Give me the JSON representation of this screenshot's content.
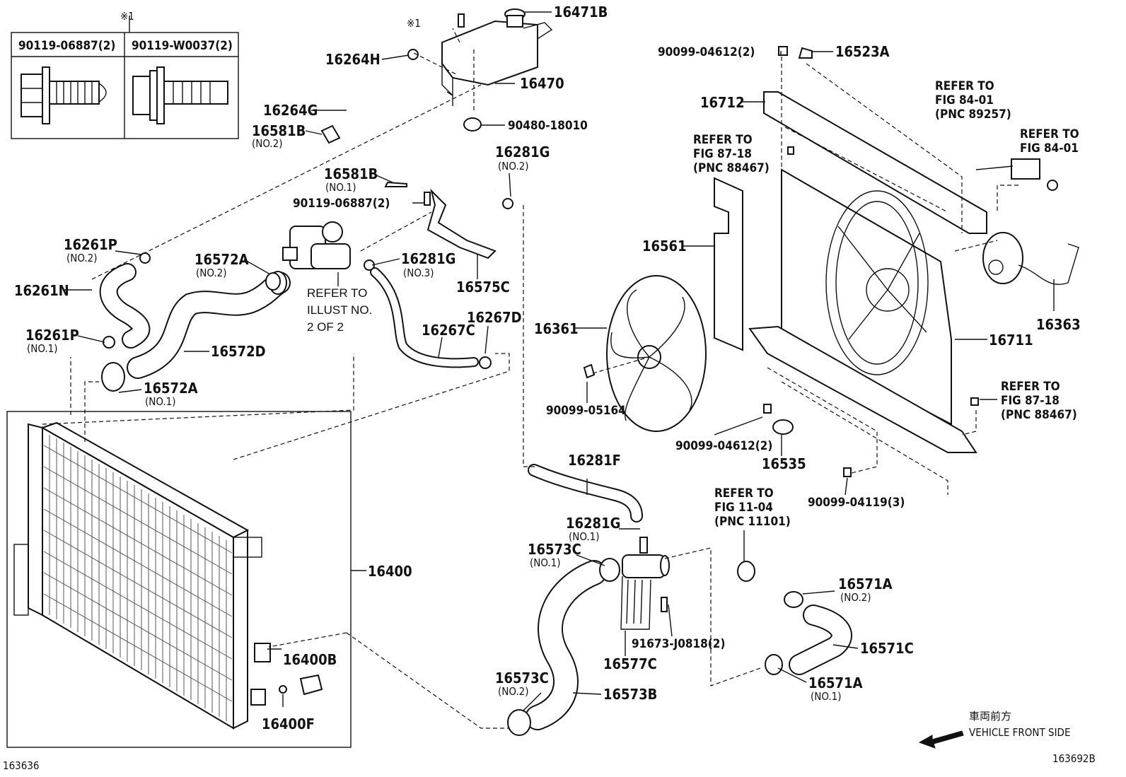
{
  "diagram": {
    "figure_code_left": "163636",
    "figure_code_right": "163692B",
    "note_mark": "※1",
    "note_mark_2": "※1",
    "orientation": {
      "jp": "車両前方",
      "en": "VEHICLE FRONT SIDE"
    },
    "bolt_table": {
      "col1": "90119-06887(2)",
      "col2": "90119-W0037(2)"
    },
    "refer_illust": [
      "REFER TO",
      "ILLUST NO.",
      "2 OF 2"
    ],
    "refer_84_01_a": [
      "REFER TO",
      "FIG 84-01",
      "(PNC 89257)"
    ],
    "refer_84_01_b": [
      "REFER TO",
      "FIG 84-01"
    ],
    "refer_87_18_a": [
      "REFER TO",
      "FIG 87-18",
      "(PNC 88467)"
    ],
    "refer_87_18_b": [
      "REFER TO",
      "FIG 87-18",
      "(PNC 88467)"
    ],
    "refer_11_04": [
      "REFER TO",
      "FIG 11-04",
      "(PNC 11101)"
    ],
    "parts": {
      "p16471B": "16471B",
      "p16470": "16470",
      "p90480": "90480-18010",
      "p16264H": "16264H",
      "p16264G": "16264G",
      "p16581B_2": {
        "num": "16581B",
        "sub": "(NO.2)"
      },
      "p16581B_1": {
        "num": "16581B",
        "sub": "(NO.1)"
      },
      "p16281G_2": {
        "num": "16281G",
        "sub": "(NO.2)"
      },
      "p90119": "90119-06887(2)",
      "p16261P_2": {
        "num": "16261P",
        "sub": "(NO.2)"
      },
      "p16572A_2": {
        "num": "16572A",
        "sub": "(NO.2)"
      },
      "p16281G_3": {
        "num": "16281G",
        "sub": "(NO.3)"
      },
      "p16575C": "16575C",
      "p16261N": "16261N",
      "p16267D": "16267D",
      "p16267C": "16267C",
      "p16261P_1": {
        "num": "16261P",
        "sub": "(NO.1)"
      },
      "p16572D": "16572D",
      "p16572A_1": {
        "num": "16572A",
        "sub": "(NO.1)"
      },
      "p16400": "16400",
      "p16400B": "16400B",
      "p16400F": "16400F",
      "p90099_04612_top": "90099-04612(2)",
      "p16523A": "16523A",
      "p16712": "16712",
      "p16561": "16561",
      "p16361": "16361",
      "p16711": "16711",
      "p16363": "16363",
      "p90099_05164": "90099-05164",
      "p90099_04612_bot": "90099-04612(2)",
      "p16535": "16535",
      "p90099_04119": "90099-04119(3)",
      "p16281F": "16281F",
      "p16281G_1": {
        "num": "16281G",
        "sub": "(NO.1)"
      },
      "p16573C_1": {
        "num": "16573C",
        "sub": "(NO.1)"
      },
      "p16571A_2": {
        "num": "16571A",
        "sub": "(NO.2)"
      },
      "p16571C": "16571C",
      "p91673": "91673-J0818(2)",
      "p16577C": "16577C",
      "p16573C_2": {
        "num": "16573C",
        "sub": "(NO.2)"
      },
      "p16573B": "16573B",
      "p16571A_1": {
        "num": "16571A",
        "sub": "(NO.1)"
      }
    }
  }
}
